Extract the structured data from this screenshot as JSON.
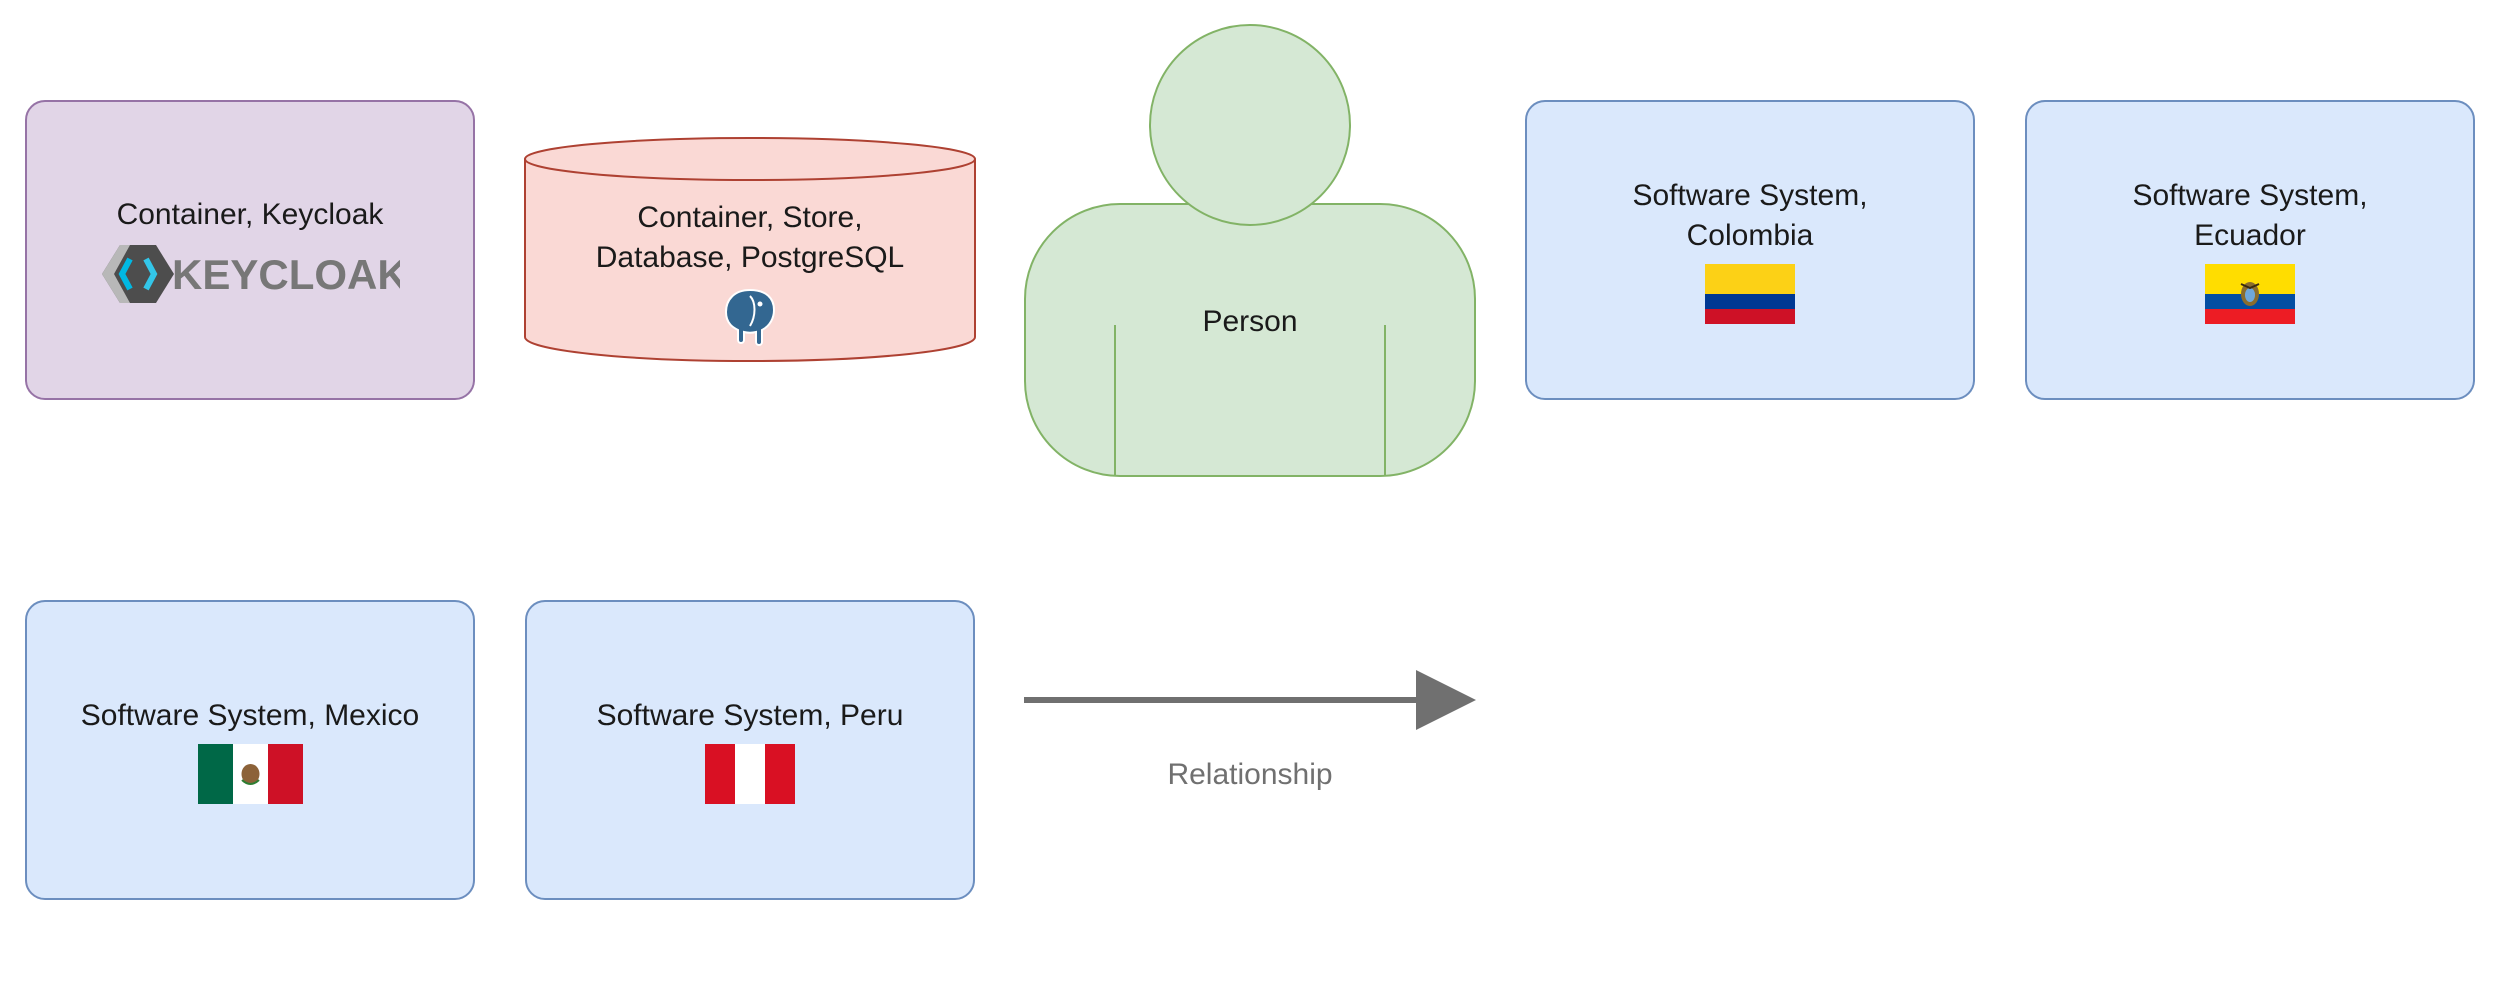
{
  "shapes": {
    "keycloak": {
      "label": "Container, Keycloak",
      "logo_text": "KEYCLOAK"
    },
    "postgres": {
      "label": "Container, Store,\nDatabase, PostgreSQL"
    },
    "person": {
      "label": "Person"
    },
    "colombia": {
      "label": "Software System,\nColombia"
    },
    "ecuador": {
      "label": "Software System,\nEcuador"
    },
    "mexico": {
      "label": "Software System, Mexico"
    },
    "peru": {
      "label": "Software System, Peru"
    }
  },
  "relationship": {
    "label": "Relationship"
  },
  "colors": {
    "container_fill": "#e1d5e7",
    "container_stroke": "#9673a6",
    "store_fill": "#fad9d5",
    "store_stroke": "#ae4132",
    "person_fill": "#d5e8d4",
    "person_stroke": "#82b366",
    "system_fill": "#dae8fc",
    "system_stroke": "#6c8ebf",
    "arrow": "#707070"
  }
}
